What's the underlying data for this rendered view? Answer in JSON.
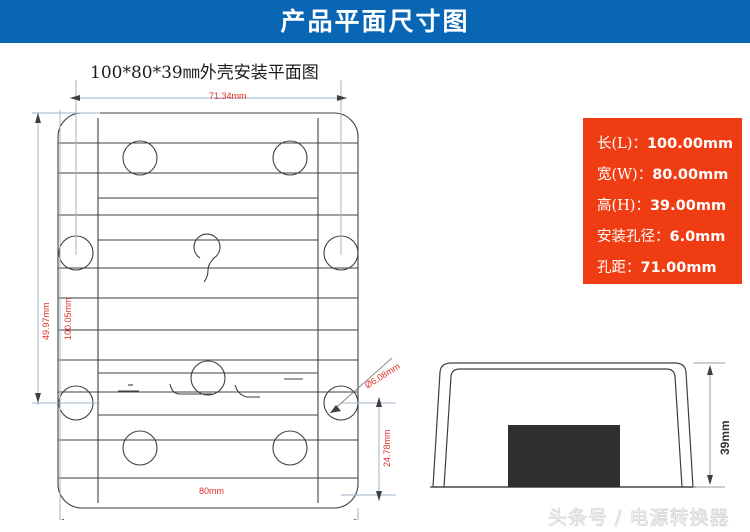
{
  "header": {
    "title": "产品平面尺寸图",
    "background_color": "#0866b5",
    "text_color": "#ffffff"
  },
  "plan_view": {
    "title": "100*80*39㎜外壳安装平面图",
    "dimensions": {
      "top_width": "71.34mm",
      "left_outer_height": "49.97mm",
      "left_inner_height": "100.05mm",
      "bottom_width": "80mm",
      "hole_diameter": "Ø6.08mm",
      "right_lower_height": "24.78mm"
    },
    "dimension_text_color": "#e2302a"
  },
  "side_view": {
    "height_dimension": "39mm",
    "dimension_text_color": "#333333"
  },
  "spec_box": {
    "background_color": "#f03c12",
    "text_color": "#ffffff",
    "rows": [
      {
        "label": "长(L)：",
        "value": "100.00mm"
      },
      {
        "label": "宽(W)：",
        "value": "80.00mm"
      },
      {
        "label": "高(H)：",
        "value": "39.00mm"
      },
      {
        "label": "安装孔径：",
        "value": "6.0mm"
      },
      {
        "label": "孔距：",
        "value": "71.00mm"
      }
    ]
  },
  "watermark": {
    "text": "头条号 / 电源转换器"
  }
}
